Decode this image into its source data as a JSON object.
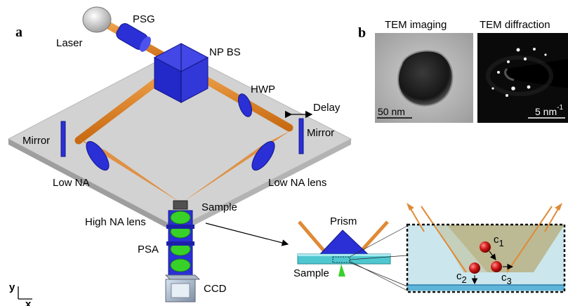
{
  "panel_a": {
    "label": "a",
    "components": {
      "psg": "PSG",
      "laser": "Laser",
      "np_bs": "NP BS",
      "hwp": "HWP",
      "delay": "Delay",
      "mirror_left": "Mirror",
      "mirror_right": "Mirror",
      "low_na_left": "Low NA",
      "low_na_right": "Low NA lens",
      "sample": "Sample",
      "high_na_lens": "High NA lens",
      "psa": "PSA",
      "ccd": "CCD"
    },
    "axes": {
      "y": "y",
      "x": "x"
    }
  },
  "inset": {
    "prism": "Prism",
    "sample": "Sample",
    "c1": "c",
    "c1_sub": "1",
    "c2": "c",
    "c2_sub": "2",
    "c3": "c",
    "c3_sub": "3"
  },
  "panel_b": {
    "label": "b",
    "imaging_title": "TEM imaging",
    "diffraction_title": "TEM diffraction",
    "imaging_scale": "50 nm",
    "diffraction_scale": "5 nm",
    "diffraction_scale_sup": "-1"
  },
  "colors": {
    "beam": "#e8892a",
    "optic_blue": "#2a2fd6",
    "lens_green": "#38d12a",
    "plate": "#cfcfcf"
  }
}
